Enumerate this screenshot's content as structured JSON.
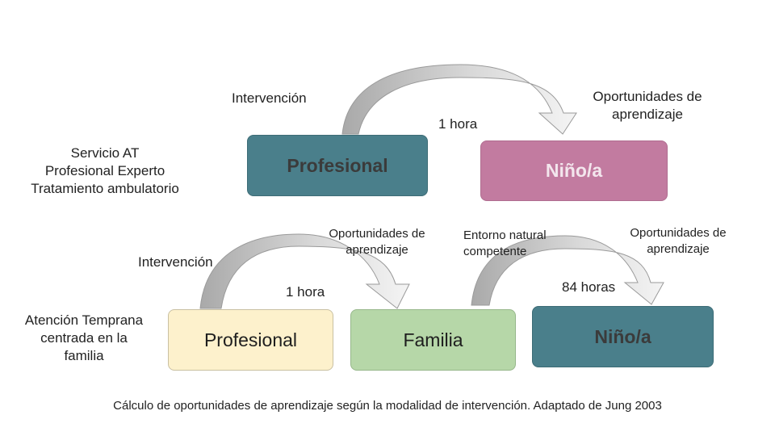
{
  "top": {
    "service_label": [
      "Servicio AT",
      "Profesional Experto",
      "Tratamiento ambulatorio"
    ],
    "intervention_label": "Intervención",
    "opportunities_label": [
      "Oportunidades de",
      "aprendizaje"
    ],
    "time_label": "1 hora",
    "box_professional": "Profesional",
    "box_child": "Niño/a"
  },
  "bottom": {
    "service_label": [
      "Atención Temprana",
      "centrada en la",
      "familia"
    ],
    "intervention_label": "Intervención",
    "opportunities_label_1": [
      "Oportunidades de",
      "aprendizaje"
    ],
    "time_label_1": "1 hora",
    "environment_label": [
      "Entorno natural",
      "competente"
    ],
    "opportunities_label_2": [
      "Oportunidades de",
      "aprendizaje"
    ],
    "time_label_2": "84 horas",
    "box_professional": "Profesional",
    "box_family": "Familia",
    "box_child": "Niño/a"
  },
  "caption": "Cálculo de oportunidades de aprendizaje según la modalidad de intervención. Adaptado de Jung 2003",
  "colors": {
    "teal": "#4a7f8b",
    "pink": "#c27ba0",
    "cream": "#fdf1cc",
    "green": "#b6d7a8",
    "arrow_fill": "#bcbcbc",
    "arrow_light": "#f0f0f0"
  }
}
